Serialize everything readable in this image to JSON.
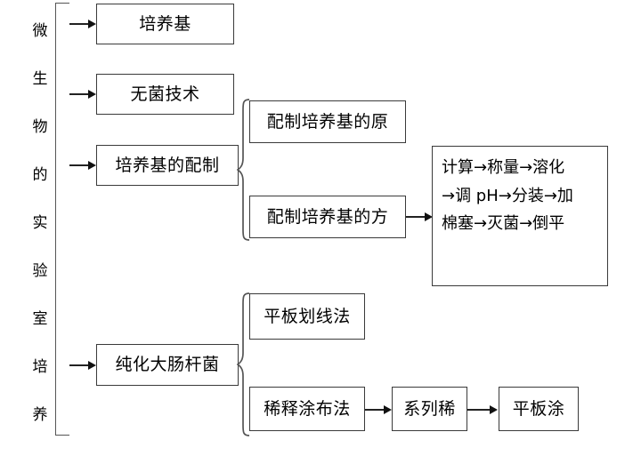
{
  "diagram": {
    "title_vertical": "微生物的实验室培养",
    "title_chars": [
      "微",
      "生",
      "物",
      "的",
      "实",
      "验",
      "室",
      "培",
      "养"
    ],
    "nodes": {
      "medium": "培养基",
      "aseptic": "无菌技术",
      "prepare_medium": "培养基的配制",
      "principle": "配制培养基的原",
      "method": "配制培养基的方",
      "steps_line1": "计算→称量→溶化",
      "steps_line2": "→调 pH→分装→加",
      "steps_line3": "棉塞→灭菌→倒平",
      "purify_ecoli": "纯化大肠杆菌",
      "streak_plate": "平板划线法",
      "dilution_spread": "稀释涂布法",
      "serial_dilution": "系列稀",
      "plate_spread": "平板涂"
    },
    "colors": {
      "box_border": "#3a3a3a",
      "bracket": "#555555",
      "arrow": "#111111",
      "background": "#ffffff",
      "text": "#000000"
    }
  }
}
